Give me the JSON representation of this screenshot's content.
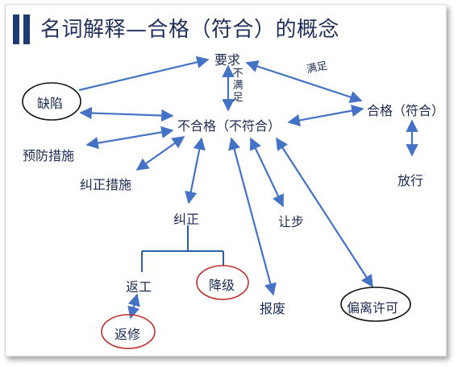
{
  "title": "名词解释—合格（符合）的概念",
  "nodes": {
    "requirement": "要求",
    "defect": "缺陷",
    "nonconforming": "不合格（不符合）",
    "conforming": "合格（符合）",
    "preventive": "预防措施",
    "corrective": "纠正措施",
    "correction": "纠正",
    "release": "放行",
    "concession": "让步",
    "rework": "返工",
    "downgrade": "降级",
    "scrap": "报废",
    "deviation": "偏离许可",
    "repair": "返修"
  },
  "edge_labels": {
    "satisfy": "满足",
    "not_satisfy": "不满足"
  },
  "colors": {
    "arrow": "#4472c4",
    "tree_line": "#2e5fa8",
    "ellipse_black": "#111111",
    "ellipse_red": "#c0302e",
    "title_bar": "#1f3b73"
  }
}
